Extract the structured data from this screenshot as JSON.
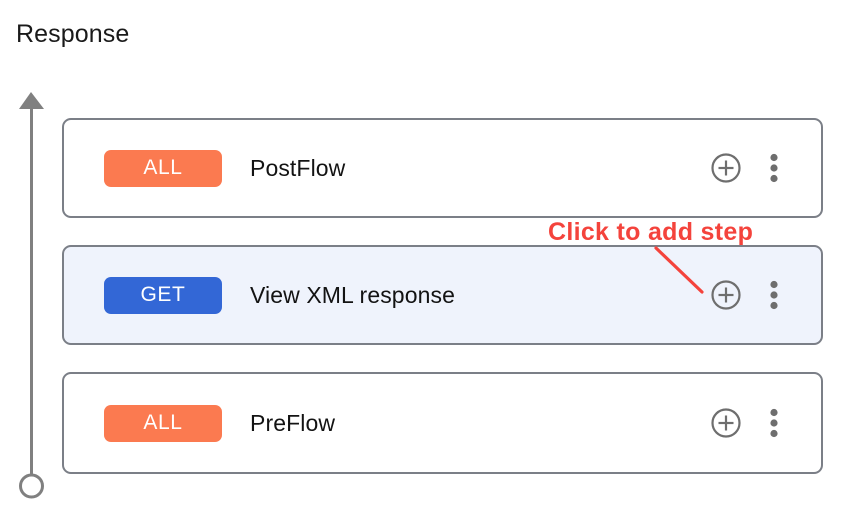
{
  "page": {
    "title": "Response"
  },
  "timeline": {
    "arrow_head_icon": "arrow-up-icon",
    "end_node_icon": "circle-outline-icon"
  },
  "flow": {
    "rows": [
      {
        "verb": "ALL",
        "verb_color": "#fb7a50",
        "title": "PostFlow",
        "selected": false,
        "add_icon": "plus-circle-icon",
        "menu_icon": "kebab-menu-icon"
      },
      {
        "verb": "GET",
        "verb_color": "#3367d6",
        "title": "View XML response",
        "selected": true,
        "add_icon": "plus-circle-icon",
        "menu_icon": "kebab-menu-icon"
      },
      {
        "verb": "ALL",
        "verb_color": "#fb7a50",
        "title": "PreFlow",
        "selected": false,
        "add_icon": "plus-circle-icon",
        "menu_icon": "kebab-menu-icon"
      }
    ]
  },
  "annotation": {
    "text": "Click to add step",
    "color": "#f4433c",
    "pointer_icon": "callout-line-icon"
  },
  "colors": {
    "row_border": "#7b7f87",
    "row_selected_background": "#eff3fc",
    "icon_gray": "#6e6e6e",
    "timeline_gray": "#808080"
  }
}
